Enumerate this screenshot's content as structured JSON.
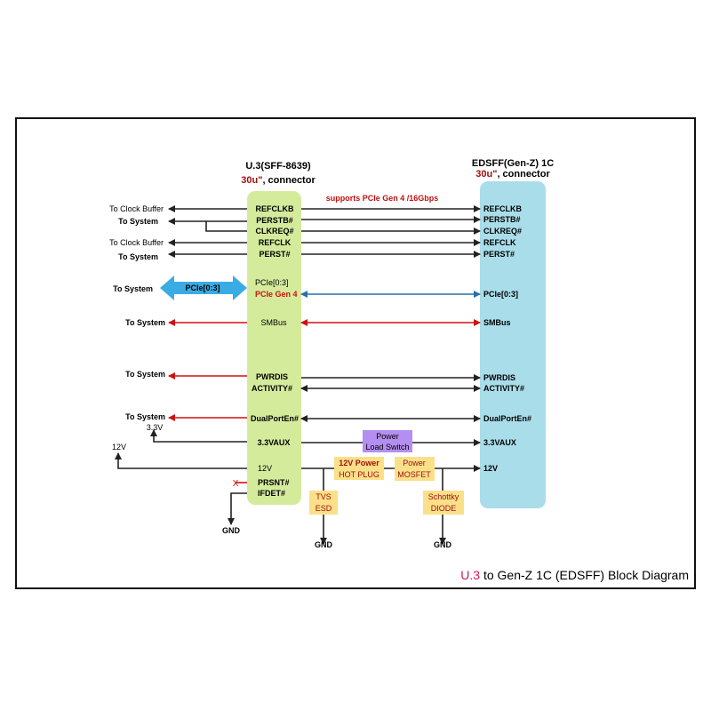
{
  "left_connector": {
    "title": "U.3(SFF-8639)",
    "subtitle_red": "30u\"",
    "subtitle": ", connector"
  },
  "right_connector": {
    "title": "EDSFF(Gen-Z) 1C",
    "subtitle_red": "30u\"",
    "subtitle": ", connector"
  },
  "support_note": "supports PCIe Gen 4 /16Gbps",
  "left_pins": {
    "refclkb": "REFCLKB",
    "perstb": "PERSTB#",
    "clkreq": "CLKREQ#",
    "refclk": "REFCLK",
    "perst": "PERST#",
    "pcie": "PCIe[0:3]",
    "pcie_gen": "PCIe Gen 4",
    "smbus": "SMBus",
    "pwrdis": "PWRDIS",
    "activity": "ACTIVITY#",
    "dualport": "DualPortEn#",
    "vaux": "3.3VAUX",
    "v12": "12V",
    "prsnt": "PRSNT#",
    "ifdet": "IFDET#"
  },
  "right_pins": {
    "refclkb": "REFCLKB",
    "perstb": "PERSTB#",
    "clkreq": "CLKREQ#",
    "refclk": "REFCLK",
    "perst": "PERST#",
    "pcie": "PCIe[0:3]",
    "smbus": "SMBus",
    "pwrdis": "PWRDIS",
    "activity": "ACTIVITY#",
    "dualport": "DualPortEn#",
    "vaux": "3.3VAUX",
    "v12": "12V"
  },
  "left_targets": {
    "clock_buffer": "To Clock Buffer",
    "system": "To System",
    "pcie_bus": "PCIe[0:3]",
    "v33": "3.3V",
    "v12": "12V",
    "x_mark": "X",
    "gnd": "GND"
  },
  "components": {
    "load_switch": [
      "Power",
      "Load Switch"
    ],
    "hot_plug": [
      "12V Power",
      "HOT PLUG"
    ],
    "mosfet": [
      "Power",
      "MOSFET"
    ],
    "tvs": [
      "TVS",
      "ESD"
    ],
    "schottky": [
      "Schottky",
      "DIODE"
    ],
    "gnd": "GND"
  },
  "caption": {
    "red": "U.3",
    "rest": " to Gen-Z 1C (EDSFF) Block Diagram"
  },
  "colors": {
    "left_block": "#d5eb9c",
    "right_block": "#a9dde9",
    "arrow_blue": "#3aace3",
    "red": "#d01010",
    "purple": "#b48ef0",
    "yellow": "#fbe08a",
    "magenta": "#d0186a"
  }
}
